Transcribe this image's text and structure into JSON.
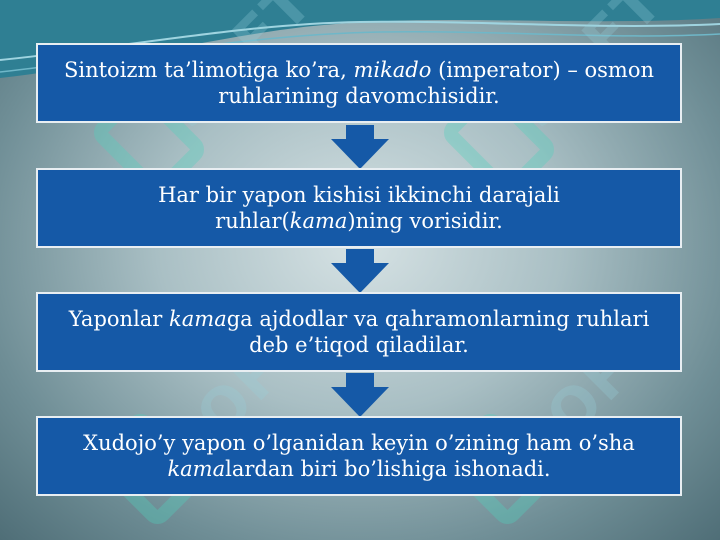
{
  "steps": [
    {
      "parts": [
        {
          "text": "Sintoizm ta’limotiga ko’ra, ",
          "italic": false
        },
        {
          "text": "mikado",
          "italic": true
        },
        {
          "text": " (imperator) – osmon ruhlarining davomchisidir.",
          "italic": false
        }
      ]
    },
    {
      "parts": [
        {
          "text": "Har bir yapon kishisi ikkinchi darajali ruhlar(",
          "italic": false
        },
        {
          "text": "kama",
          "italic": true
        },
        {
          "text": ")ning vorisidir.",
          "italic": false
        }
      ]
    },
    {
      "parts": [
        {
          "text": "Yaponlar ",
          "italic": false
        },
        {
          "text": "kama",
          "italic": true
        },
        {
          "text": "ga ajdodlar va qahramonlarning ruhlari deb e’tiqod qiladilar.",
          "italic": false
        }
      ]
    },
    {
      "parts": [
        {
          "text": "Xudojo’y yapon o’lganidan keyin o’zining ham o’sha ",
          "italic": false
        },
        {
          "text": "kama",
          "italic": true
        },
        {
          "text": "lardan biri bo’lishiga ishonadi.",
          "italic": false
        }
      ]
    }
  ],
  "watermark": {
    "text": "SOFT"
  },
  "colors": {
    "box": "#1559a7",
    "arrow": "#1559a7",
    "border": "#e8eef2",
    "text": "#ffffff"
  },
  "icons": {
    "arrow": "down-arrow-icon",
    "watermark_logo": "logo-icon"
  }
}
